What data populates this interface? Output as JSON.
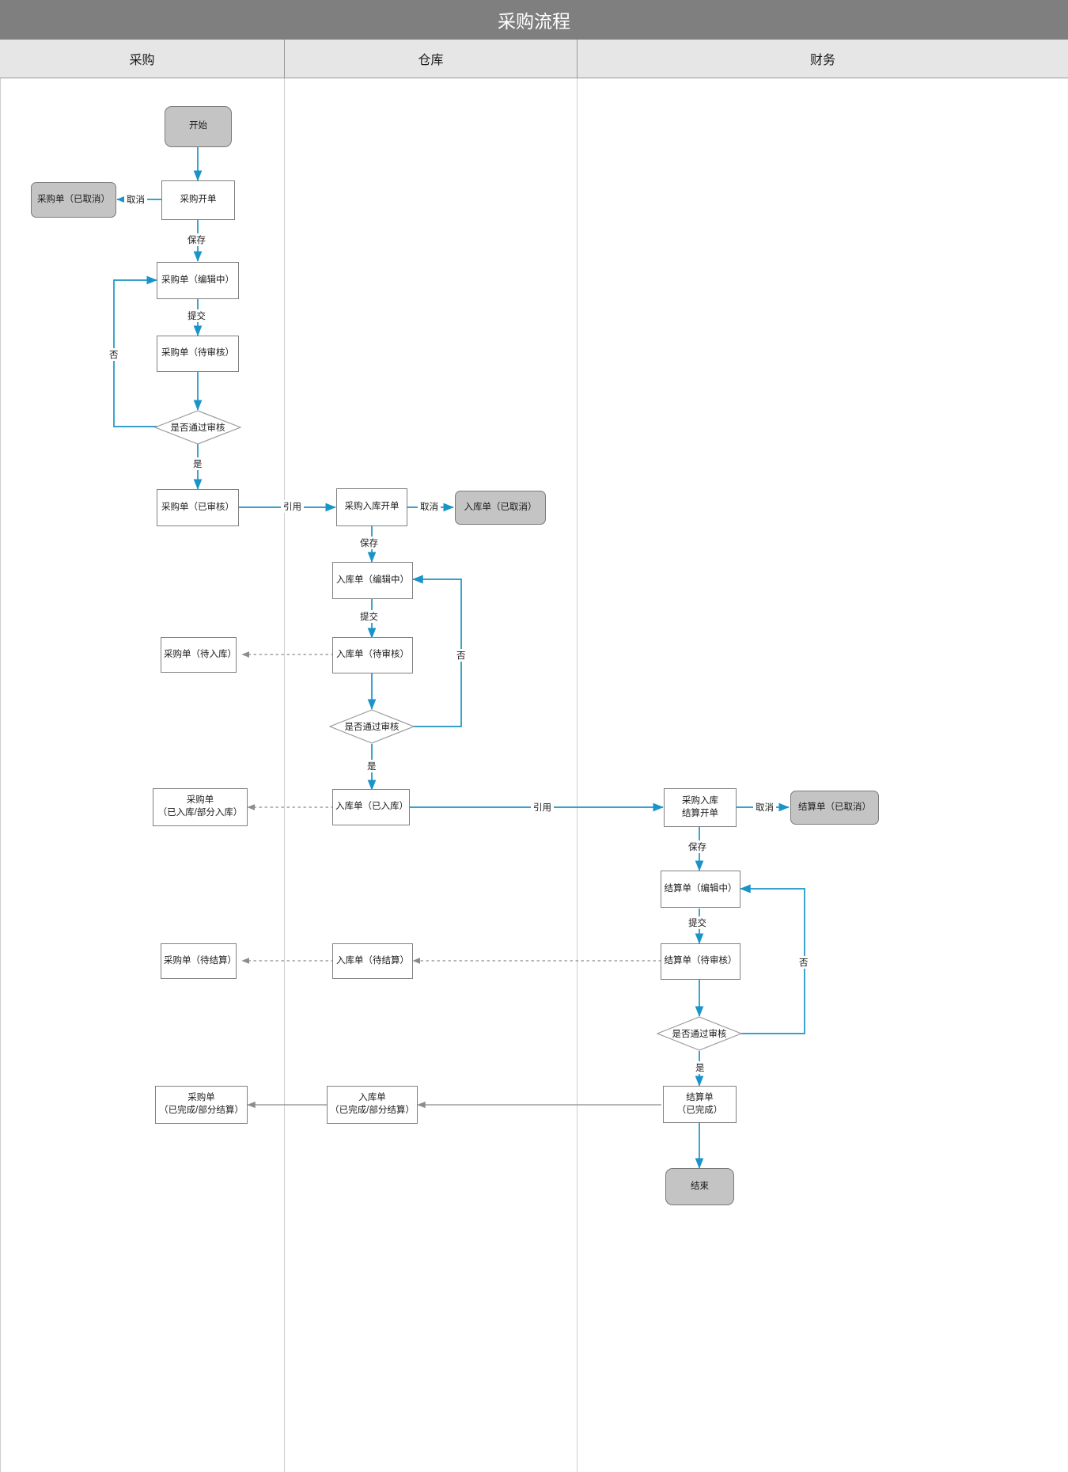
{
  "header": {
    "title": "采购流程"
  },
  "lanes": [
    {
      "id": "purchasing",
      "label": "采购"
    },
    {
      "id": "warehouse",
      "label": "仓库"
    },
    {
      "id": "finance",
      "label": "财务"
    }
  ],
  "colors": {
    "title_bar_bg": "#7f7f7f",
    "lane_header_bg": "#e6e6e6",
    "node_border": "#808080",
    "terminator_fill": "#c4c4c4",
    "flow_line": "#1a94c8",
    "dotted_line": "#999999",
    "text": "#1a1a1a"
  },
  "nodes": {
    "start": "开始",
    "po_create": "采购开单",
    "po_cancelled": "采购单（已取消）",
    "po_editing": "采购单（编辑中）",
    "po_pending_audit": "采购单（待审核）",
    "po_audit_decision": "是否通过审核",
    "po_audited": "采购单（已审核）",
    "po_pending_instock": "采购单（待入库）",
    "po_instock_partial": "采购单\n（已入库/部分入库）",
    "po_pending_settle": "采购单（待结算）",
    "po_done_partial_settle": "采购单\n（已完成/部分结算）",
    "inb_create": "采购入库开单",
    "inb_cancelled": "入库单（已取消）",
    "inb_editing": "入库单（编辑中）",
    "inb_pending_audit": "入库单（待审核）",
    "inb_audit_decision": "是否通过审核",
    "inb_instocked": "入库单（已入库）",
    "inb_pending_settle": "入库单（待结算）",
    "inb_done_partial_settle": "入库单\n（已完成/部分结算）",
    "set_create": "采购入库\n结算开单",
    "set_cancelled": "结算单（已取消）",
    "set_editing": "结算单（编辑中）",
    "set_pending_audit": "结算单（待审核）",
    "set_audit_decision": "是否通过审核",
    "set_done": "结算单\n（已完成）",
    "end": "结束"
  },
  "edge_labels": {
    "cancel_po": "取消",
    "save_po": "保存",
    "submit_po": "提交",
    "no_po": "否",
    "yes_po": "是",
    "quote_inb": "引用",
    "cancel_inb": "取消",
    "save_inb": "保存",
    "submit_inb": "提交",
    "no_inb": "否",
    "yes_inb": "是",
    "quote_set": "引用",
    "cancel_set": "取消",
    "save_set": "保存",
    "submit_set": "提交",
    "no_set": "否",
    "yes_set": "是"
  }
}
